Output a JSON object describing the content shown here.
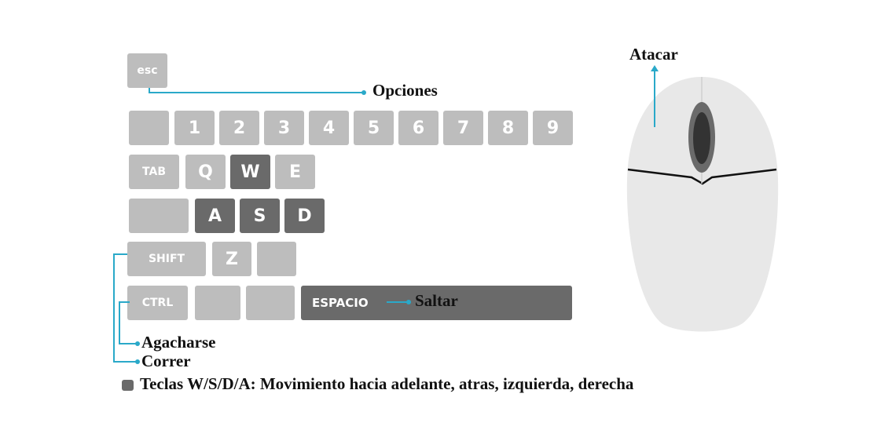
{
  "keys": {
    "esc": "esc",
    "numbers": [
      "1",
      "2",
      "3",
      "4",
      "5",
      "6",
      "7",
      "8",
      "9"
    ],
    "tab": "TAB",
    "q": "Q",
    "w": "W",
    "e": "E",
    "a": "A",
    "s": "S",
    "d": "D",
    "shift": "SHIFT",
    "z": "Z",
    "ctrl": "CTRL",
    "space": "ESPACIO"
  },
  "labels": {
    "options": "Opciones",
    "jump": "Saltar",
    "crouch": "Agacharse",
    "run": "Correr",
    "attack": "Atacar"
  },
  "legend": {
    "text": "Teclas W/S/D/A: Movimiento hacia adelante, atras, izquierda, derecha"
  },
  "colors": {
    "light_key": "#bdbdbd",
    "dark_key": "#6a6a6a",
    "callout_line": "#2aa9c9",
    "mouse_body": "#e8e8e8"
  }
}
